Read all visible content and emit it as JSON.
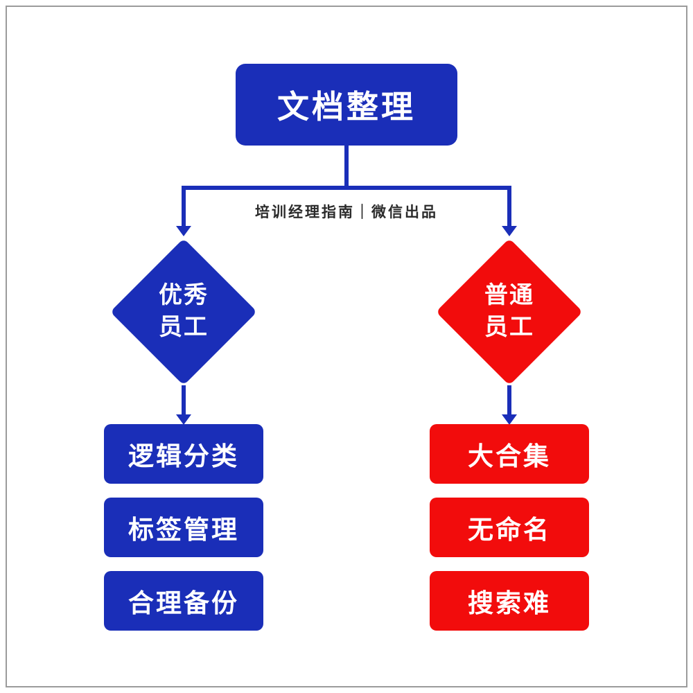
{
  "diagram": {
    "title": "文档整理",
    "caption": "培训经理指南｜微信出品",
    "branches": [
      {
        "name": "优秀员工",
        "label": "优秀\n员工",
        "color": "#1a2eb8",
        "items": [
          "逻辑分类",
          "标签管理",
          "合理备份"
        ]
      },
      {
        "name": "普通员工",
        "label": "普通\n员工",
        "color": "#f20c0c",
        "items": [
          "大合集",
          "无命名",
          "搜索难"
        ]
      }
    ],
    "colors": {
      "blue": "#1a2eb8",
      "red": "#f20c0c",
      "connector": "#1a2eb8",
      "frame_border": "#9b9b9b",
      "text_on_fill": "#ffffff",
      "caption_text": "#2b2b2b",
      "background": "#ffffff"
    }
  }
}
